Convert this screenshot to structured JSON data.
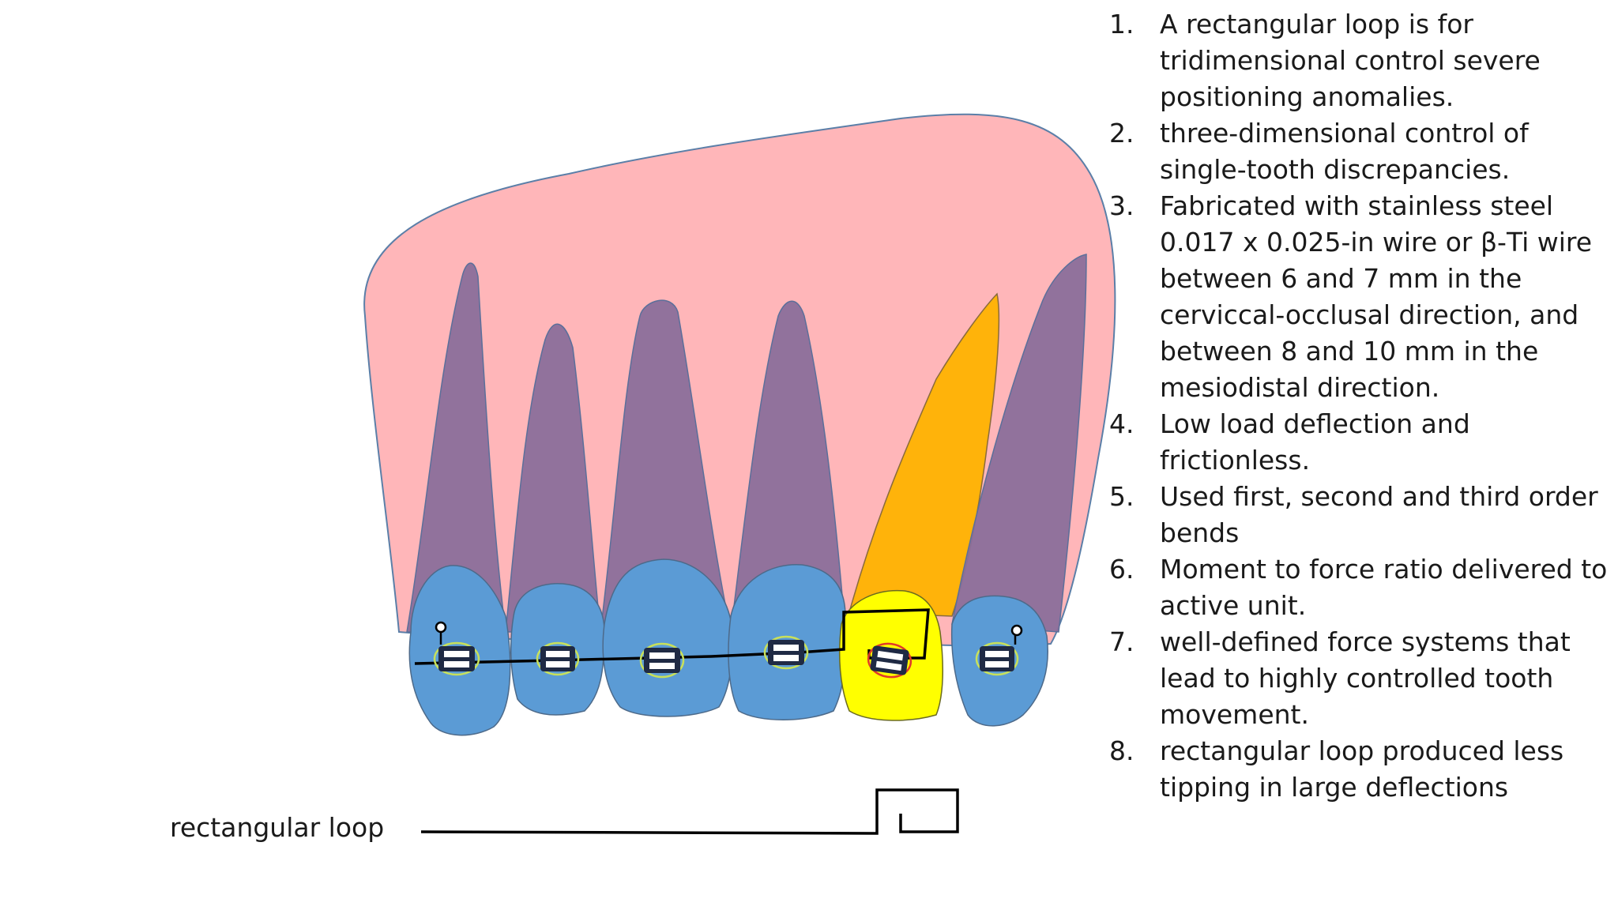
{
  "notes": {
    "items": [
      {
        "num": "1.",
        "text": "A rectangular loop is for tridimensional control severe positioning anomalies."
      },
      {
        "num": "2.",
        "text": "three-dimensional control of single-tooth discrepancies."
      },
      {
        "num": "3.",
        "text": "Fabricated with stainless steel 0.017 x 0.025-in wire or β-Ti wire between 6 and 7 mm in the cerviccal-occlusal direction, and between 8 and 10 mm in the mesiodistal direction."
      },
      {
        "num": "4.",
        "text": "Low load deflection and frictionless."
      },
      {
        "num": "5.",
        "text": "Used first, second and third order bends"
      },
      {
        "num": "6.",
        "text": "Moment to force ratio delivered to active unit."
      },
      {
        "num": "7.",
        "text": "well-defined force systems that lead to highly controlled tooth movement."
      },
      {
        "num": "8.",
        "text": "rectangular loop produced less tipping in large deflections"
      }
    ]
  },
  "diagram": {
    "loop_label": "rectangular loop",
    "colors": {
      "gum": "#ffb6b9",
      "gum_stroke": "#5b7fa8",
      "root": "#8b6f9a",
      "active_root": "#ffb300",
      "crown": "#5b9bd5",
      "active_crown": "#ffff00",
      "bracket_ring": "#c8e05a",
      "active_ring": "#e03a2a",
      "wire": "#000000"
    }
  }
}
